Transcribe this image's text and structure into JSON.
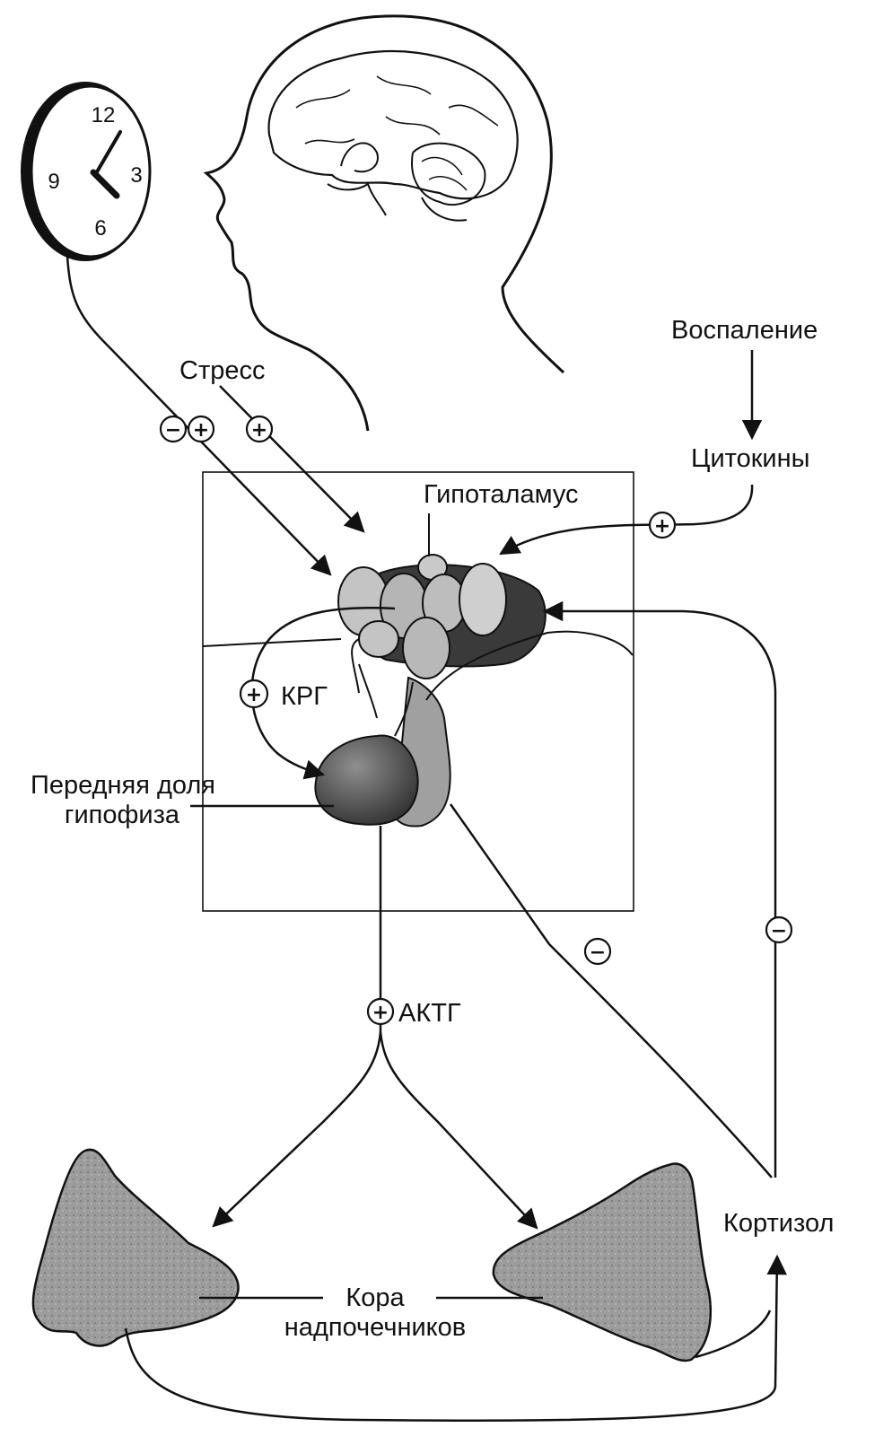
{
  "labels": {
    "stress": "Стресс",
    "inflammation": "Воспаление",
    "cytokines": "Цитокины",
    "hypothalamus": "Гипоталамус",
    "crh": "КРГ",
    "anterior_pituitary_line1": "Передняя доля",
    "anterior_pituitary_line2": "гипофиза",
    "acth": "АКТГ",
    "cortisol": "Кортизол",
    "adrenal_cortex_line1": "Кора",
    "adrenal_cortex_line2": "надпочечников"
  },
  "clock": {
    "n12": "12",
    "n3": "3",
    "n6": "6",
    "n9": "9"
  },
  "signs": {
    "clock_minus": "−",
    "clock_plus": "+",
    "stress_plus": "+",
    "cytokine_plus": "+",
    "crh_plus": "+",
    "acth_plus": "+",
    "cortisol_pituitary_minus": "−",
    "cortisol_hypothalamus_minus": "−"
  },
  "colors": {
    "line": "#111111",
    "gland_light": "#c4c4c4",
    "gland_mid": "#8a8a8a",
    "gland_dark": "#3e3e3e",
    "adrenal": "#9c9c9c"
  }
}
